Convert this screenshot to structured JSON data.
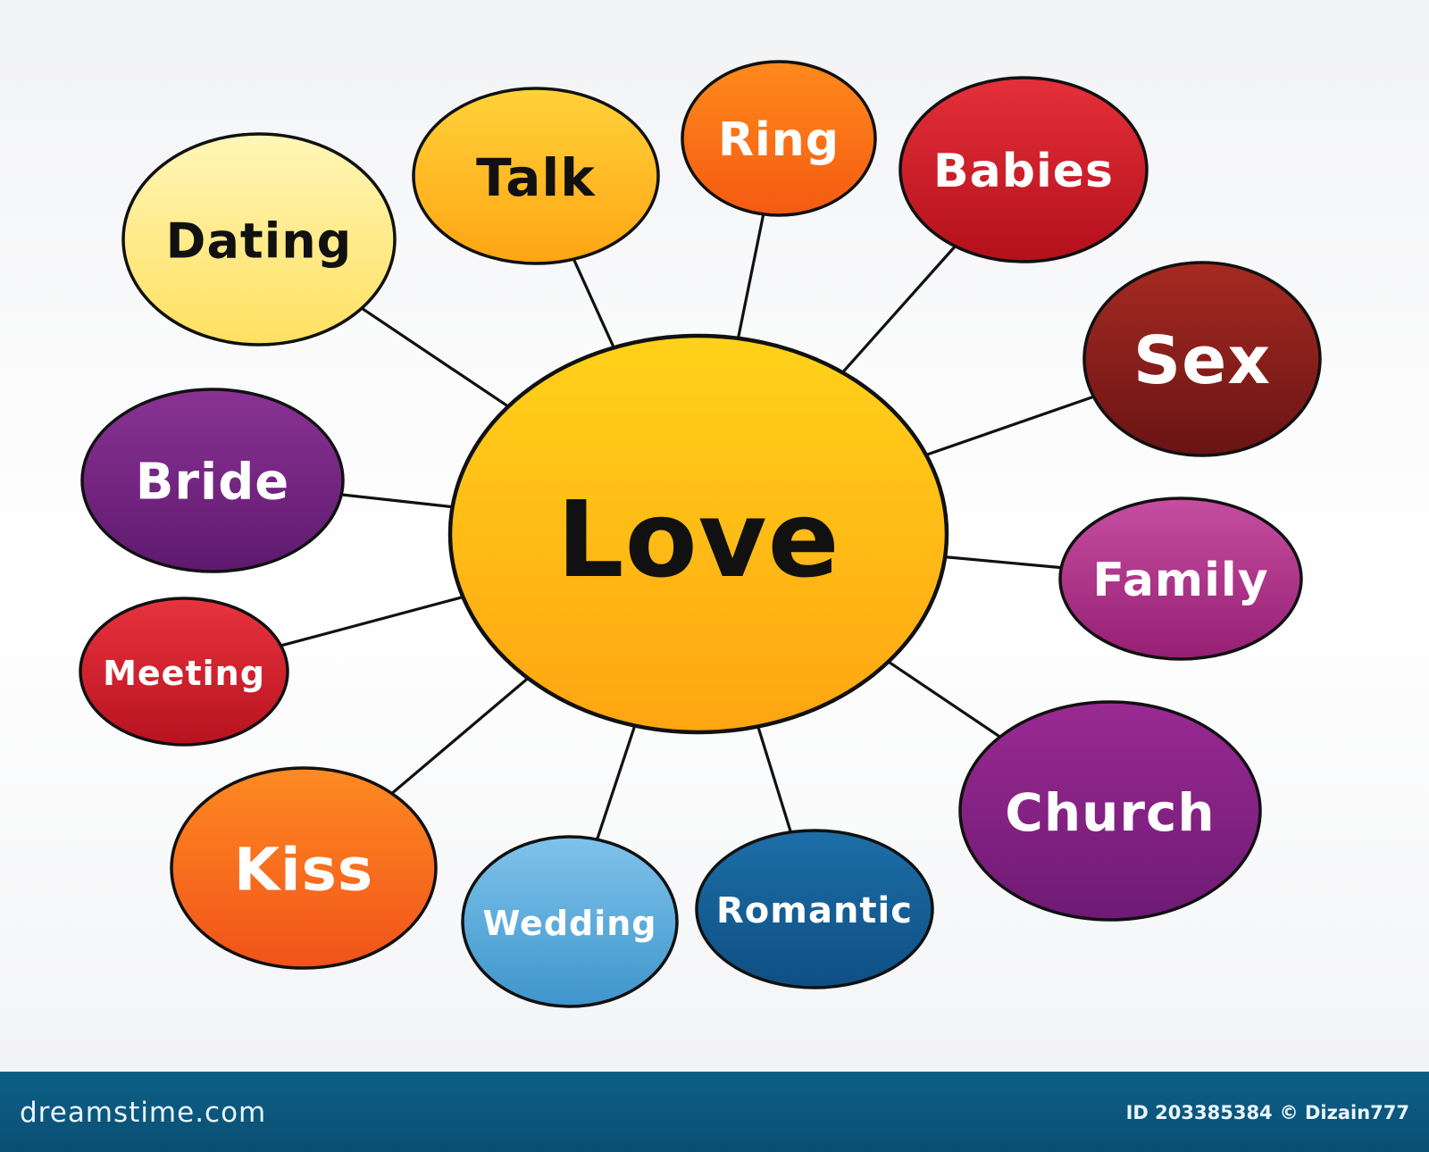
{
  "center": {
    "label": "Love",
    "color_top": "#ffd21a",
    "color_bottom": "#ffa512",
    "text_color": "#111111"
  },
  "nodes": [
    {
      "id": "dating",
      "label": "Dating",
      "c1": "#fff6b8",
      "c2": "#ffe060",
      "text": "#111111"
    },
    {
      "id": "talk",
      "label": "Talk",
      "c1": "#ffd23a",
      "c2": "#ffa514",
      "text": "#111111"
    },
    {
      "id": "ring",
      "label": "Ring",
      "c1": "#ff8a1c",
      "c2": "#f45a12",
      "text": "#ffffff"
    },
    {
      "id": "babies",
      "label": "Babies",
      "c1": "#e5303a",
      "c2": "#b3101c",
      "text": "#ffffff"
    },
    {
      "id": "sex",
      "label": "Sex",
      "c1": "#a52a22",
      "c2": "#6a1414",
      "text": "#ffffff"
    },
    {
      "id": "family",
      "label": "Family",
      "c1": "#c64ea0",
      "c2": "#951f73",
      "text": "#ffffff"
    },
    {
      "id": "church",
      "label": "Church",
      "c1": "#9a2a93",
      "c2": "#6e1a74",
      "text": "#ffffff"
    },
    {
      "id": "romantic",
      "label": "Romantic",
      "c1": "#1d6ea8",
      "c2": "#0e4f83",
      "text": "#ffffff"
    },
    {
      "id": "wedding",
      "label": "Wedding",
      "c1": "#7fc3eb",
      "c2": "#3e95cc",
      "text": "#ffffff"
    },
    {
      "id": "kiss",
      "label": "Kiss",
      "c1": "#ff8a22",
      "c2": "#f0531a",
      "text": "#ffffff"
    },
    {
      "id": "meeting",
      "label": "Meeting",
      "c1": "#e8343e",
      "c2": "#b81220",
      "text": "#ffffff"
    },
    {
      "id": "bride",
      "label": "Bride",
      "c1": "#8a3294",
      "c2": "#5e1a6e",
      "text": "#ffffff"
    }
  ],
  "footer": {
    "brand": "dreamstime.com",
    "id_text": "ID 203385384",
    "credit": "© Dizain777"
  }
}
